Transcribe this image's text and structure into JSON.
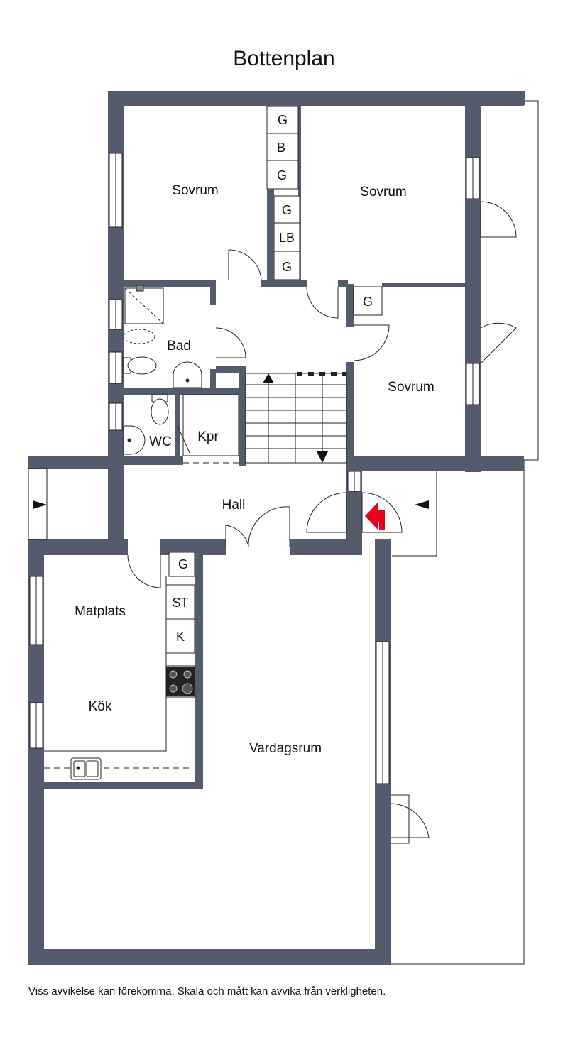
{
  "title": "Bottenplan",
  "disclaimer": "Viss avvikelse kan förekomma. Skala och mått kan avvika från verkligheten.",
  "colors": {
    "wall": "#545b6d",
    "line": "#222222",
    "exit_sign": "#e8001c",
    "background": "#ffffff"
  },
  "rooms": {
    "sovrum_1": "Sovrum",
    "sovrum_2": "Sovrum",
    "sovrum_3": "Sovrum",
    "bad": "Bad",
    "wc": "WC",
    "kpr": "Kpr",
    "hall": "Hall",
    "matplats": "Matplats",
    "kok": "Kök",
    "vardagsrum": "Vardagsrum"
  },
  "cabinets": {
    "c1": "G",
    "c2": "B",
    "c3": "G",
    "c4": "G",
    "c5": "LB",
    "c6": "G",
    "c7": "G",
    "c8": "G",
    "c9": "ST",
    "c10": "K"
  },
  "icons": [
    "entrance-arrow-icon",
    "stair-up-arrow-icon",
    "stair-down-arrow-icon",
    "shower-icon",
    "bathtub-icon",
    "toilet-icon",
    "washbasin-icon",
    "stove-icon",
    "sink-icon"
  ]
}
